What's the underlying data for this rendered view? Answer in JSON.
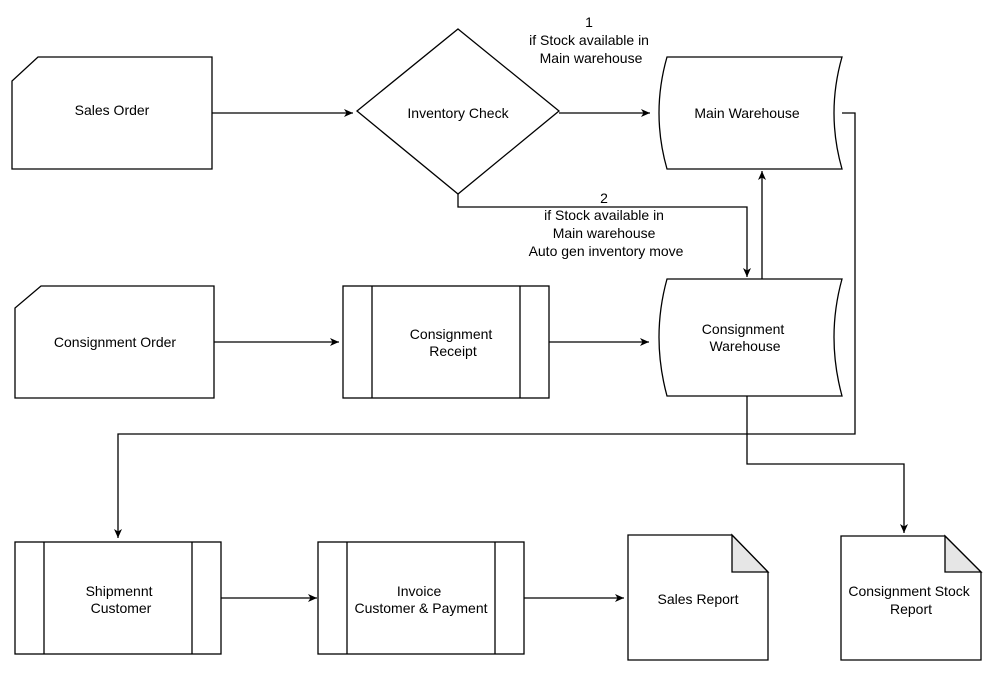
{
  "nodes": {
    "sales_order": {
      "label": "Sales Order"
    },
    "inventory_check": {
      "label": "Inventory Check"
    },
    "main_warehouse": {
      "label": "Main Warehouse"
    },
    "consignment_order": {
      "label": "Consignment Order"
    },
    "consignment_receipt": {
      "line1": "Consignment",
      "line2": "Receipt"
    },
    "consignment_warehouse": {
      "line1": "Consignment",
      "line2": "Warehouse"
    },
    "shipment_customer": {
      "line1": "Shipmennt",
      "line2": "Customer"
    },
    "invoice": {
      "line1": "Invoice",
      "line2": "Customer & Payment"
    },
    "sales_report": {
      "label": "Sales Report"
    },
    "consignment_stock_report": {
      "line1": "Consignment Stock",
      "line2": "Report"
    }
  },
  "edge_labels": {
    "main_path": {
      "line1": "1",
      "line2": "if Stock available in",
      "line3": "Main warehouse"
    },
    "consignment_path": {
      "line1": "2",
      "line2": "if Stock available in",
      "line3": "Main warehouse",
      "line4": "Auto gen inventory move"
    }
  }
}
